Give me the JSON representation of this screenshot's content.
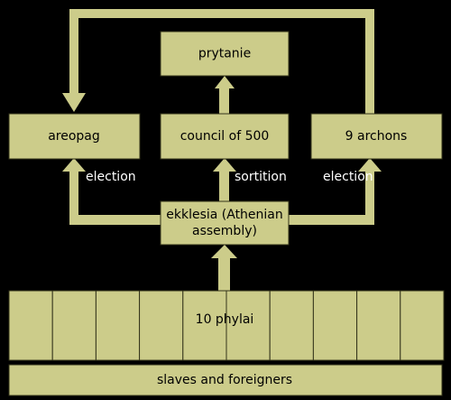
{
  "colors": {
    "background": "#000000",
    "box_fill": "#cccc8a",
    "box_border": "#33331a",
    "box_text": "#000000",
    "edge_label_text": "#ffffff"
  },
  "nodes": {
    "prytanie": "prytanie",
    "areopag": "areopag",
    "council": "council of 500",
    "archons": "9 archons",
    "ekklesia_line1": "ekklesia (Athenian",
    "ekklesia_line2": "assembly)",
    "phylai": "10 phylai",
    "slaves": "slaves and foreigners"
  },
  "edges": {
    "election_left": "election",
    "sortition": "sortition",
    "election_right": "election"
  },
  "phylai_cell_count": 10
}
